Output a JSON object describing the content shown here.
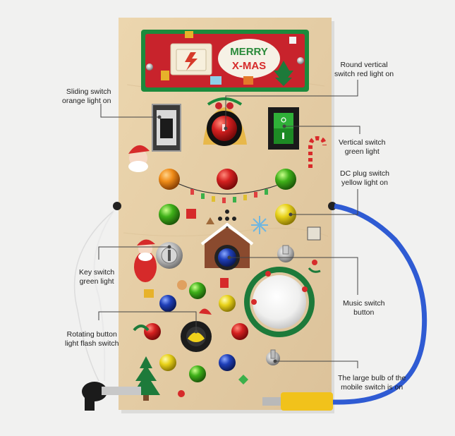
{
  "banner": {
    "line1": "MERRY",
    "line2": "X-MAS"
  },
  "callouts": {
    "sliding_switch": [
      "Sliding switch",
      "orange light on"
    ],
    "round_vertical": [
      "Round vertical",
      "switch red light on"
    ],
    "vertical_switch": [
      "Vertical switch",
      "green light"
    ],
    "dc_plug": [
      "DC plug switch",
      "yellow light on"
    ],
    "key_switch": [
      "Key switch",
      "green light"
    ],
    "music_switch": [
      "Music switch",
      "button"
    ],
    "rotating_button": [
      "Rotating button",
      "light flash switch"
    ],
    "large_bulb": [
      "The large bulb of the",
      "mobile switch is on"
    ]
  },
  "colors": {
    "board": "#e6cfa6",
    "banner_green": "#1c8a3c",
    "banner_red": "#c8232c",
    "cable_blue": "#2f5bd3",
    "plug_yellow": "#f1c21b"
  }
}
